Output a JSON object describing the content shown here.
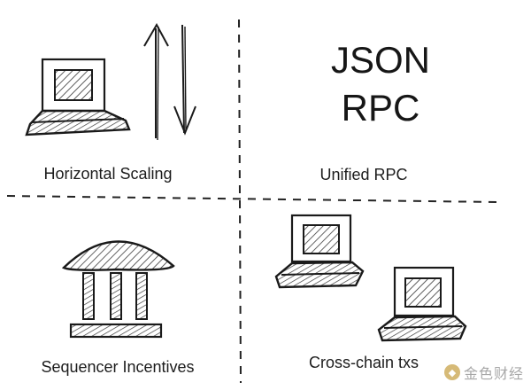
{
  "quadrants": {
    "top_left": {
      "label": "Horizontal Scaling"
    },
    "top_right": {
      "label": "Unified RPC",
      "heading_line1": "JSON",
      "heading_line2": "RPC"
    },
    "bottom_left": {
      "label": "Sequencer Incentives"
    },
    "bottom_right": {
      "label": "Cross-chain txs"
    }
  },
  "watermark": {
    "text": "金色财经"
  },
  "colors": {
    "ink": "#1a1a1a",
    "hatch": "#3a3a3a",
    "divider": "#222222",
    "background": "#ffffff",
    "watermark_accent": "#c9a44a"
  },
  "icons": [
    "computer-icon",
    "up-arrow-icon",
    "down-arrow-icon",
    "bank-icon",
    "computer-icon",
    "computer-icon"
  ]
}
